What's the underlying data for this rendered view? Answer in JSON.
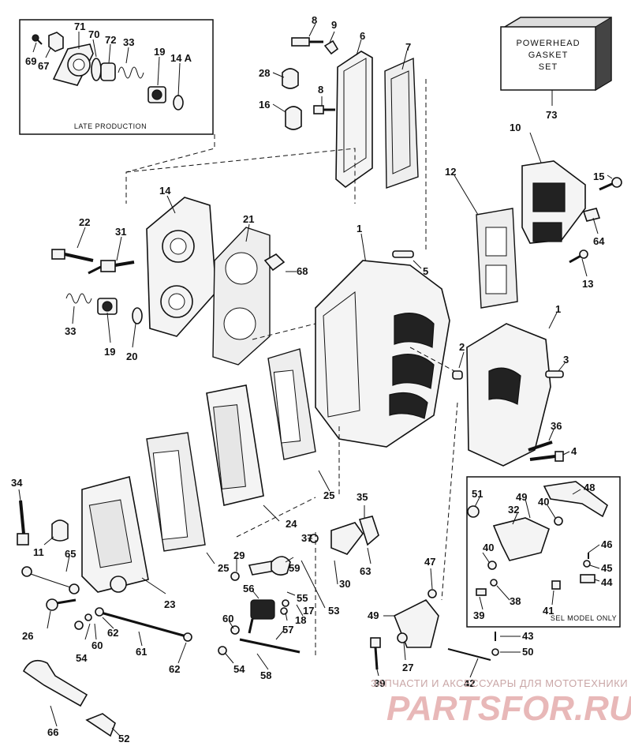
{
  "kit_box": {
    "line1": "POWERHEAD",
    "line2": "GASKET",
    "line3": "SET",
    "ref": "73"
  },
  "inset_late": {
    "caption": "LATE PRODUCTION"
  },
  "inset_sel": {
    "caption": "SEL MODEL ONLY"
  },
  "watermark": {
    "subtitle": "ЗАПЧАСТИ И АКСЕССУАРЫ ДЛЯ МОТОТЕХНИКИ",
    "brand": "PARTSFOR.RU"
  },
  "callouts": {
    "c69": "69",
    "c67": "67",
    "c71": "71",
    "c70": "70",
    "c72": "72",
    "c33a": "33",
    "c19a": "19",
    "c14A": "14 A",
    "c8a": "8",
    "c9": "9",
    "c6": "6",
    "c7": "7",
    "c28": "28",
    "c8b": "8",
    "c16": "16",
    "c10": "10",
    "c15": "15",
    "c64": "64",
    "c12": "12",
    "c13": "13",
    "c14": "14",
    "c21": "21",
    "c22": "22",
    "c31": "31",
    "c68": "68",
    "c1a": "1",
    "c5": "5",
    "c33b": "33",
    "c19b": "19",
    "c20": "20",
    "c1b": "1",
    "c2": "2",
    "c3": "3",
    "c36": "36",
    "c4": "4",
    "c24": "24",
    "c25a": "25",
    "c25b": "25",
    "c35": "35",
    "c34": "34",
    "c11": "11",
    "c65": "65",
    "c26": "26",
    "c23": "23",
    "c29": "29",
    "c37": "37",
    "c59": "59",
    "c30": "30",
    "c63": "63",
    "c56": "56",
    "c55": "55",
    "c17": "17",
    "c18": "18",
    "c53": "53",
    "c60a": "60",
    "c57": "57",
    "c54a": "54",
    "c58": "58",
    "c62a": "62",
    "c60b": "60",
    "c54b": "54",
    "c61": "61",
    "c62b": "62",
    "c47": "47",
    "c49a": "49",
    "c27": "27",
    "c39a": "39",
    "c42": "42",
    "c43": "43",
    "c50": "50",
    "c51": "51",
    "c49b": "49",
    "c48": "48",
    "c32": "32",
    "c40a": "40",
    "c40b": "40",
    "c46": "46",
    "c45": "45",
    "c44": "44",
    "c38": "38",
    "c39b": "39",
    "c41": "41",
    "c66": "66",
    "c52": "52"
  }
}
